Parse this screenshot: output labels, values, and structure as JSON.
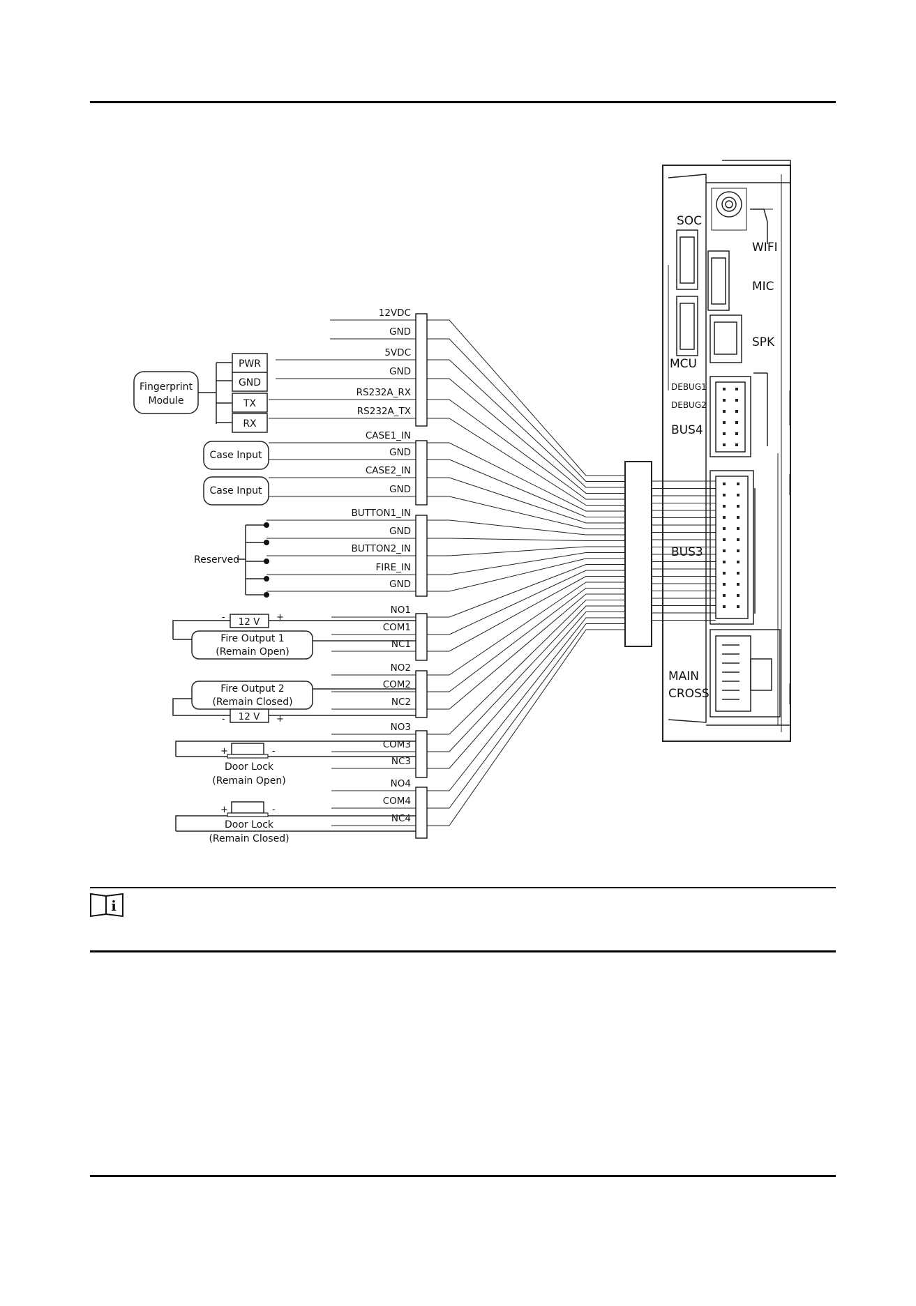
{
  "header": {},
  "device": {
    "labels": {
      "soc": "SOC",
      "wifi": "WIFI",
      "mic": "MIC",
      "spk": "SPK",
      "mcu": "MCU",
      "debug1": "DEBUG1",
      "debug2": "DEBUG2",
      "bus4": "BUS4",
      "bus3": "BUS3",
      "main": "MAIN",
      "cross": "CROSS"
    }
  },
  "terminals": [
    "12VDC",
    "GND",
    "5VDC",
    "GND",
    "RS232A_RX",
    "RS232A_TX",
    "CASE1_IN",
    "GND",
    "CASE2_IN",
    "GND",
    "BUTTON1_IN",
    "GND",
    "BUTTON2_IN",
    "FIRE_IN",
    "GND",
    "NO1",
    "COM1",
    "NC1",
    "NO2",
    "COM2",
    "NC2",
    "NO3",
    "COM3",
    "NC3",
    "NO4",
    "COM4",
    "NC4"
  ],
  "fingerprint": {
    "module_lines": [
      "Fingerprint",
      "Module"
    ],
    "pins": [
      "PWR",
      "GND",
      "TX",
      "RX"
    ]
  },
  "case_inputs": [
    "Case Input",
    "Case Input"
  ],
  "reserved_label": "Reserved",
  "outputs": {
    "fire1": [
      "Fire Output 1",
      "(Remain Open)"
    ],
    "fire2": [
      "Fire Output 2",
      "(Remain Closed)"
    ],
    "lock1": [
      "Door Lock",
      "(Remain Open)"
    ],
    "lock2": [
      "Door Lock",
      "(Remain Closed)"
    ],
    "supply": "12 V",
    "minus": "-",
    "plus": "+"
  },
  "note": {
    "icon": "info-note-icon",
    "text": ""
  }
}
